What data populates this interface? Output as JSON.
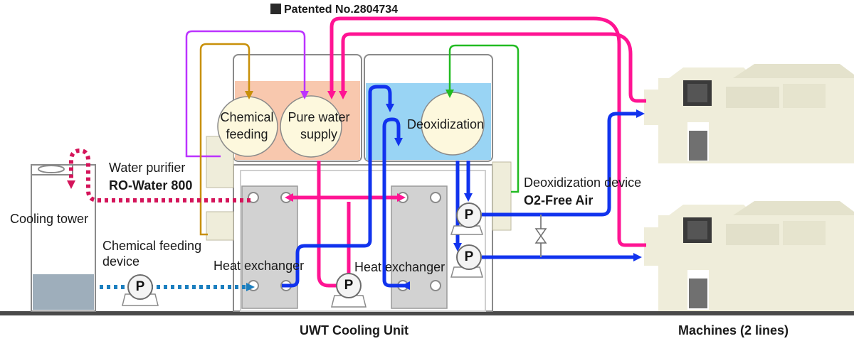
{
  "patent": {
    "text": "Patented No.2804734"
  },
  "labels": {
    "chemical_feeding_tank": "Chemical feeding",
    "pure_water_supply": "Pure water supply",
    "deoxidization": "Deoxidization",
    "water_purifier_line1": "Water purifier",
    "water_purifier_line2": "RO-Water 800",
    "cooling_tower": "Cooling tower",
    "chemical_feeding_device_line1": "Chemical feeding",
    "chemical_feeding_device_line2": "device",
    "heat_exchanger_left": "Heat exchanger",
    "heat_exchanger_right": "Heat exchanger",
    "deoxidization_device_line1": "Deoxidization device",
    "deoxidization_device_line2": "O2-Free Air",
    "uwt_cooling_unit": "UWT Cooling Unit",
    "machines": "Machines (2 lines)"
  },
  "pump_label": "P",
  "colors": {
    "pink_line": "#ff1493",
    "blue_line": "#1133ee",
    "dotted_blue": "#1c7fbf",
    "purple_line": "#bb33ff",
    "gold_line": "#c8900a",
    "green_line": "#22bb22",
    "tank_orange": "#f8c8ae",
    "tank_blue": "#99d4f4",
    "circle_fill": "#fdf8dd",
    "equipment_fill": "#efedda",
    "exchanger_fill": "#d2d2d2",
    "ground": "#4a4a4a"
  }
}
